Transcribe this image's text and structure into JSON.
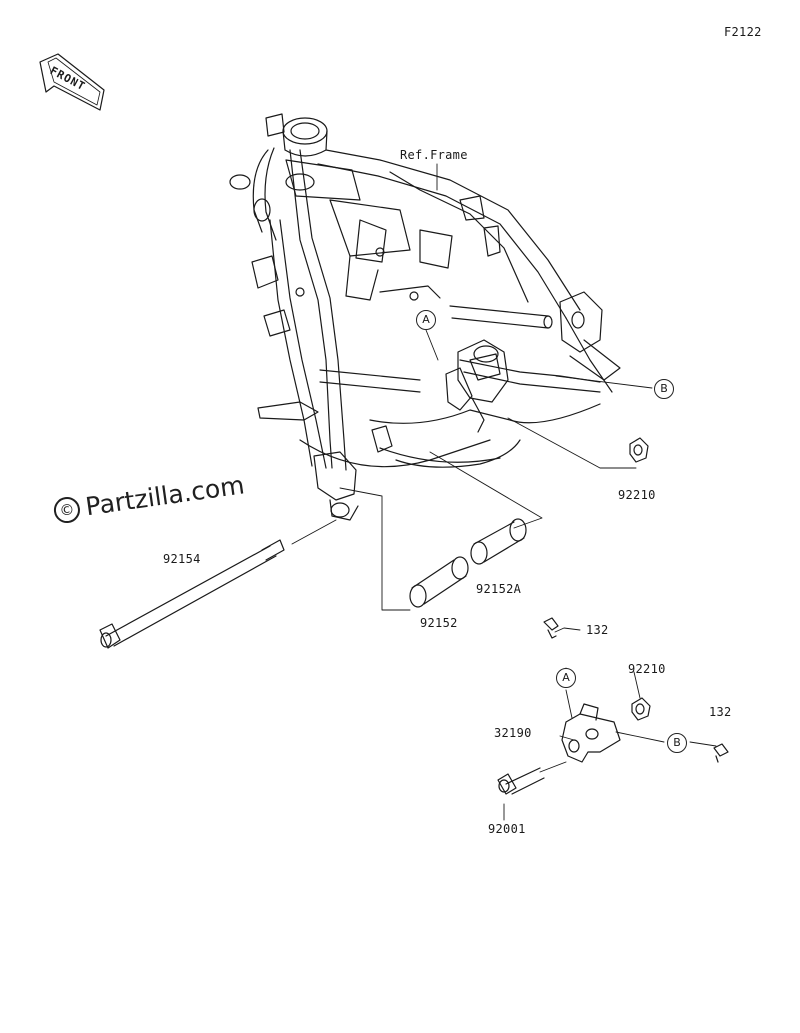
{
  "diagram": {
    "figure_code": "F2122",
    "front_label": "FRONT",
    "frame_reference": "Ref.Frame",
    "watermark": "Partzilla.com",
    "watermark_symbol": "©",
    "callouts": {
      "a_upper": "A",
      "b_upper": "B",
      "a_lower": "A",
      "b_lower": "B"
    },
    "parts": {
      "nut_upper": "92210",
      "bolt_long": "92154",
      "collar": "92152",
      "collar_a": "92152A",
      "bolt_small_1": "132",
      "nut_lower": "92210",
      "bracket": "32190",
      "bolt_small_2": "132",
      "bolt_bracket": "92001"
    }
  }
}
